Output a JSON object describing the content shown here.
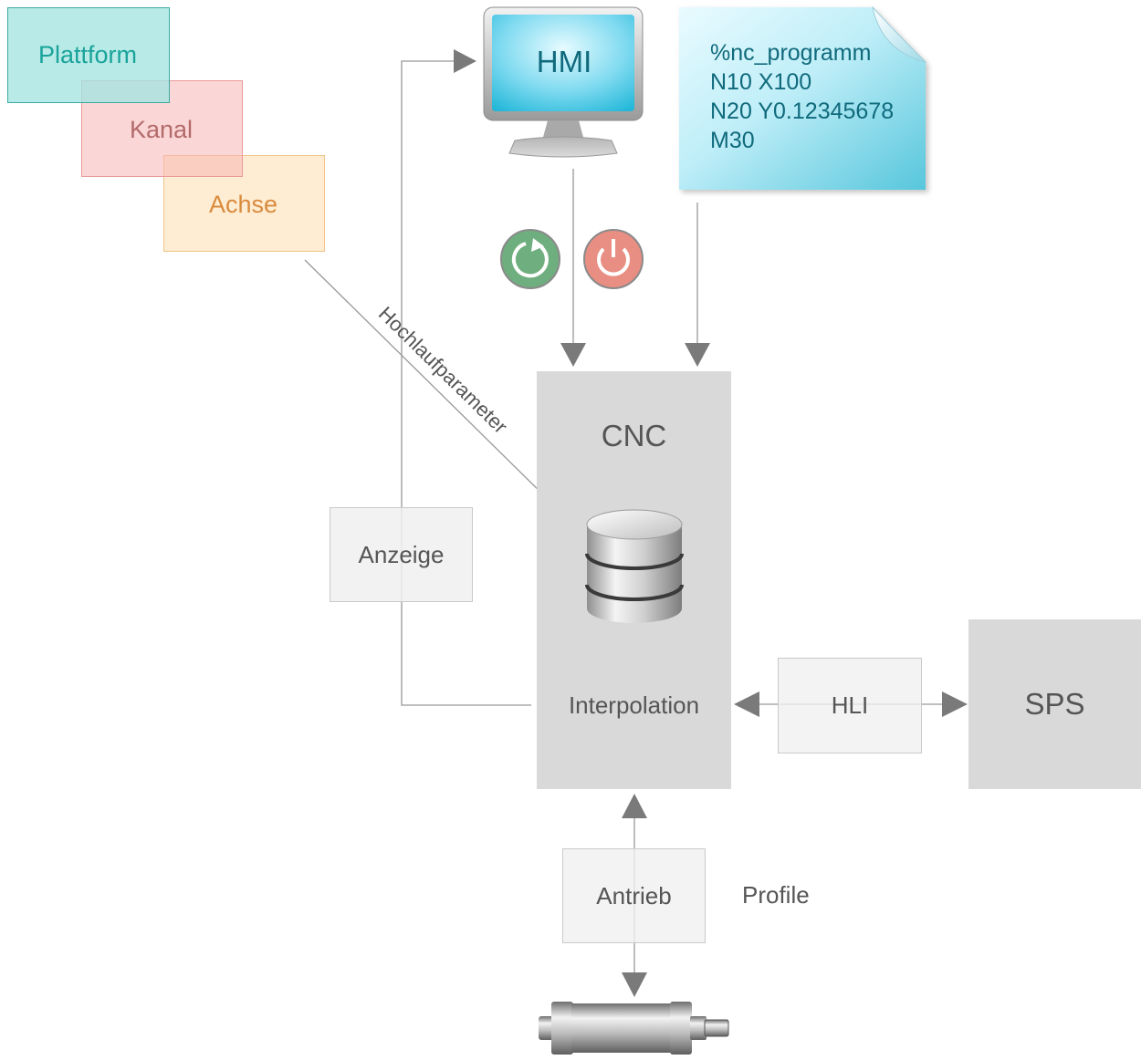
{
  "layers": {
    "plattform": "Plattform",
    "kanal": "Kanal",
    "achse": "Achse"
  },
  "hmi": {
    "label": "HMI"
  },
  "nc_program": {
    "lines": [
      "%nc_programm",
      "N10 X100",
      "N20 Y0.12345678",
      "M30"
    ]
  },
  "hochlauf_label": "Hochlaufparameter",
  "cnc": {
    "title": "CNC",
    "interpolation": "Interpolation"
  },
  "anzeige": "Anzeige",
  "hli": "HLI",
  "sps": "SPS",
  "antrieb": "Antrieb",
  "profile": "Profile",
  "icons": {
    "start": "restart-icon",
    "stop": "power-icon",
    "database": "database-icon",
    "monitor": "monitor-icon",
    "motor": "motor-icon"
  },
  "colors": {
    "plattform": "#1aa39a",
    "kanal": "#b36a6a",
    "achse": "#d98a3d",
    "start": "#6fae7e",
    "stop": "#e88e82",
    "arrow": "#7a7a7a",
    "cnc_bg": "#d9d9d9",
    "hmi_text": "#0f6a7c"
  }
}
